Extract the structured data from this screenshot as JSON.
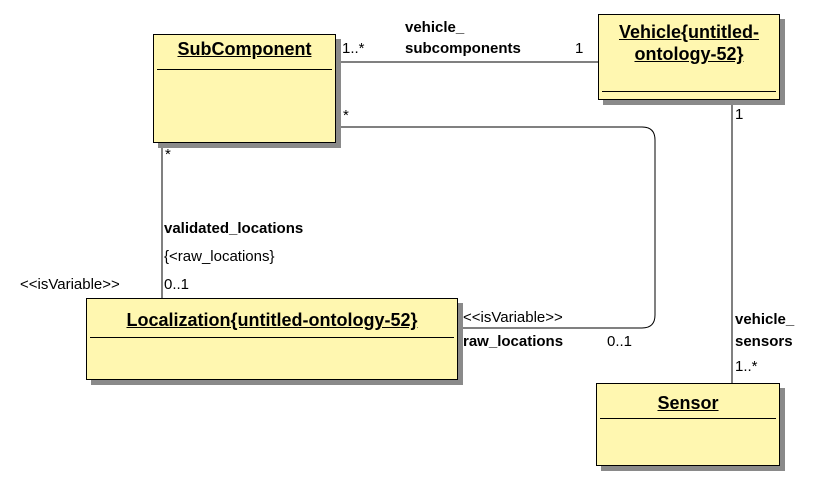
{
  "classes": {
    "subcomponent": "SubComponent",
    "vehicle_line1": "Vehicle{untitled-",
    "vehicle_line2": "ontology-52}",
    "localization": "Localization{untitled-ontology-52}",
    "sensor": "Sensor"
  },
  "associations": {
    "vehicle_subcomponents": {
      "name_line1": "vehicle_",
      "name_line2": "subcomponents",
      "sub_mult": "1..*",
      "vehicle_mult": "1"
    },
    "vehicle_sensors": {
      "name_line1": "vehicle_",
      "name_line2": "sensors",
      "vehicle_mult": "1",
      "sensor_mult": "1..*"
    },
    "validated_locations": {
      "name": "validated_locations",
      "constraint": "{<raw_locations}",
      "stereotype": "<<isVariable>>",
      "sub_mult": "*",
      "loc_mult": "0..1"
    },
    "raw_locations": {
      "name": "raw_locations",
      "stereotype": "<<isVariable>>",
      "sub_mult": "*",
      "loc_mult": "0..1"
    }
  }
}
